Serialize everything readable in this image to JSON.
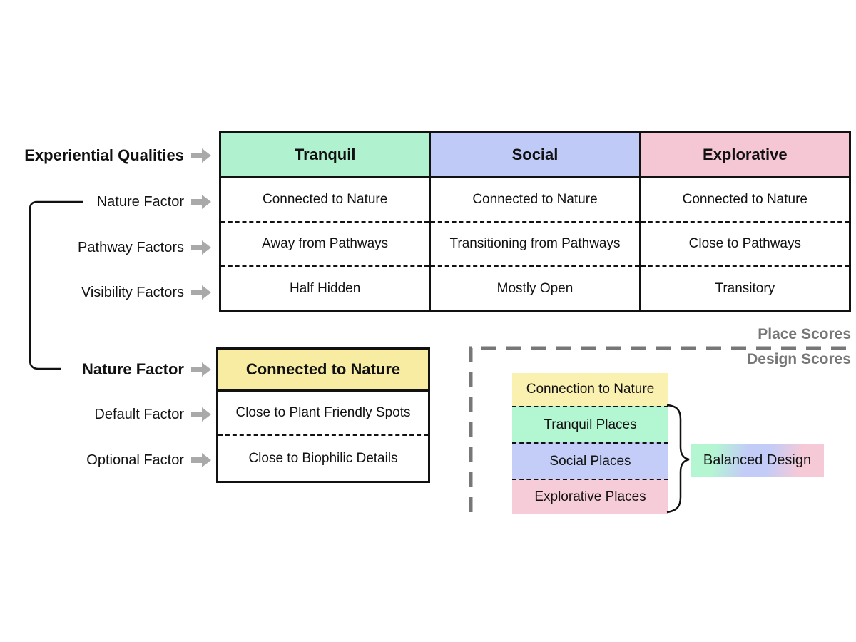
{
  "palette": {
    "tranquil_green": "#b0f2cf",
    "social_blue": "#bfcaf6",
    "explorative_pink": "#f5c6d4",
    "factor_yellow": "#f8eca3",
    "stack_yellow": "#faf0b0",
    "stack_green": "#b2f6d2",
    "stack_blue": "#c3cdf7",
    "stack_pink": "#f6ccd8",
    "arrow_gray": "#a9a9a9",
    "score_gray": "#767676",
    "line_black": "#111111"
  },
  "qualities_table": {
    "label": "Experiential Qualities",
    "row_labels": [
      "Nature Factor",
      "Pathway Factors",
      "Visibility Factors"
    ],
    "columns": [
      {
        "name": "Tranquil",
        "cells": [
          "Connected to Nature",
          "Away from Pathways",
          "Half Hidden"
        ]
      },
      {
        "name": "Social",
        "cells": [
          "Connected to Nature",
          "Transitioning from Pathways",
          "Mostly Open"
        ]
      },
      {
        "name": "Explorative",
        "cells": [
          "Connected to Nature",
          "Close to Pathways",
          "Transitory"
        ]
      }
    ]
  },
  "factor_table": {
    "label": "Nature Factor",
    "header": "Connected to Nature",
    "row_labels": [
      "Default Factor",
      "Optional Factor"
    ],
    "cells": [
      "Close to Plant Friendly Spots",
      "Close to Biophilic Details"
    ]
  },
  "scores": {
    "above_line_label": "Place Scores",
    "below_line_label": "Design Scores",
    "stack": [
      "Connection to Nature",
      "Tranquil Places",
      "Social Places",
      "Explorative Places"
    ],
    "result_label": "Balanced Design",
    "result_colors": [
      "#b4f6d2",
      "#c3ccf7",
      "#f6c9d6"
    ]
  }
}
